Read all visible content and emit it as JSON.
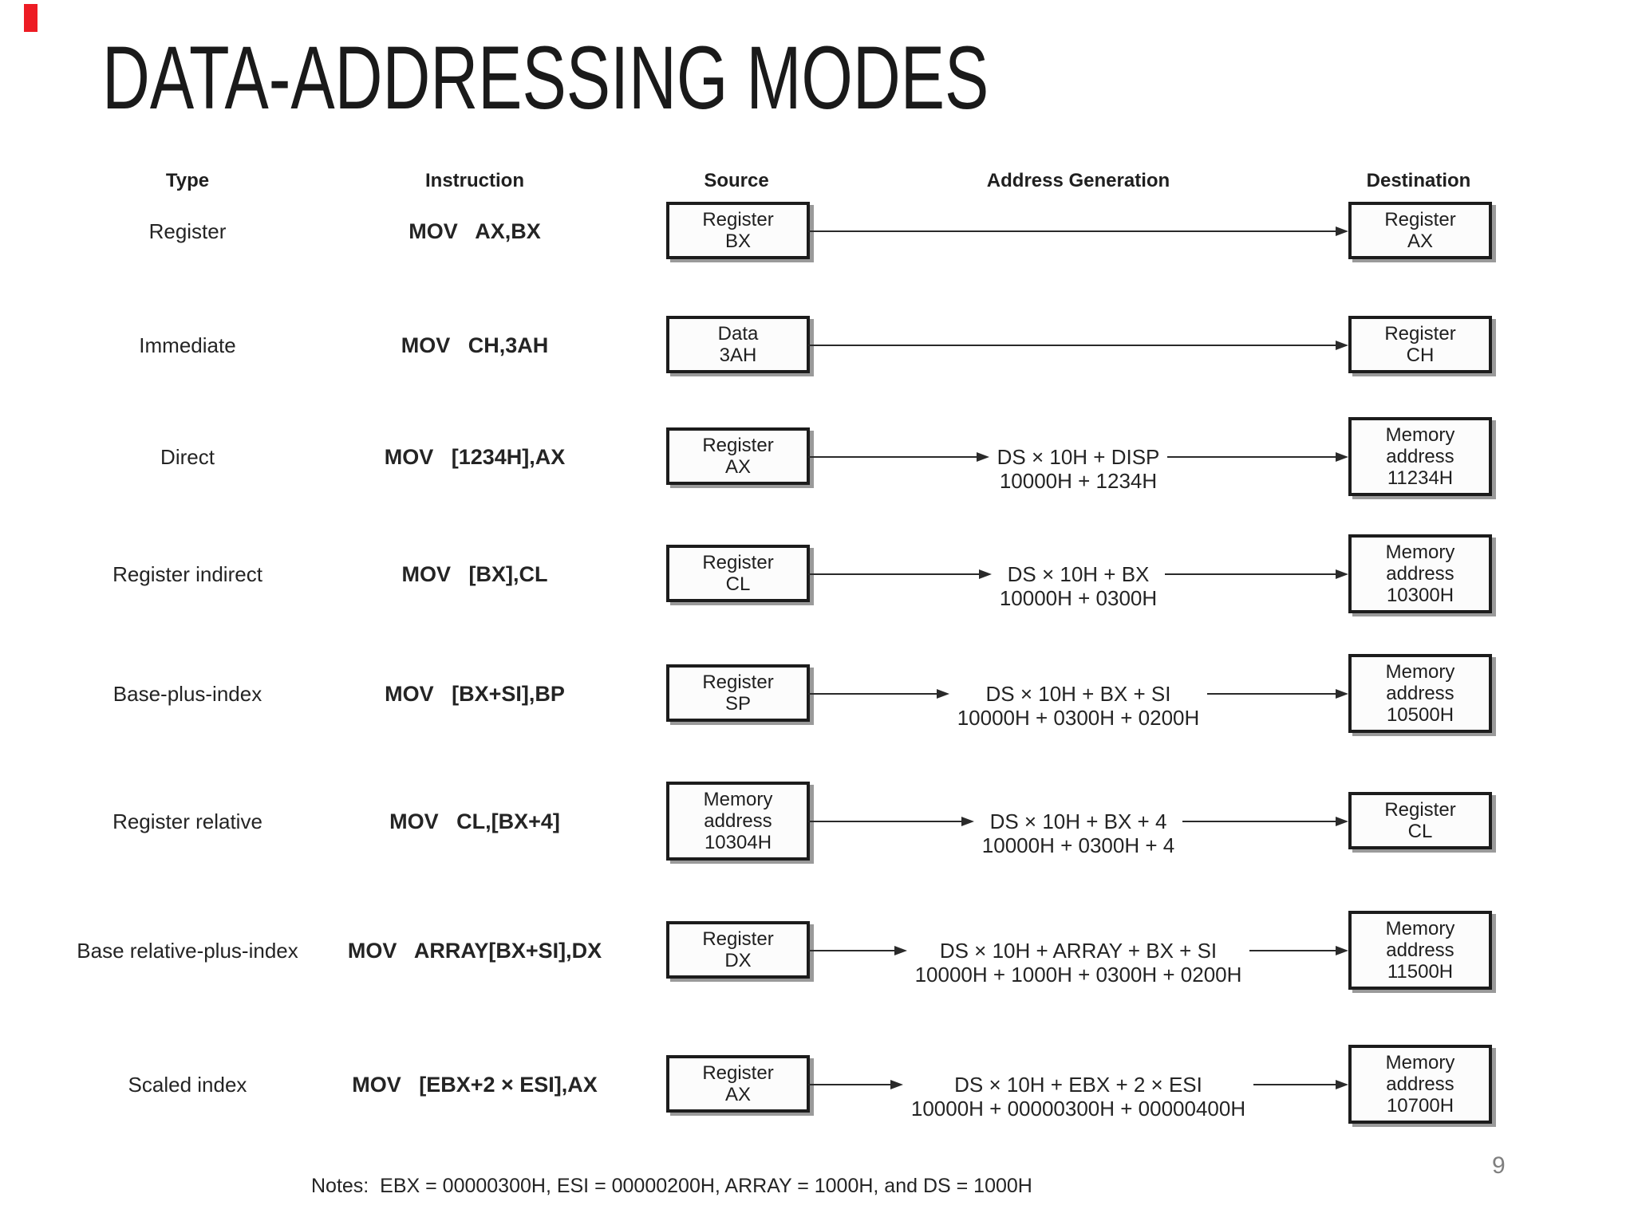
{
  "slide": {
    "title": "DATA-ADDRESSING MODES",
    "page_number": "9",
    "accent_color": "#ed1c24",
    "page_number_color": "#7f7f7f"
  },
  "diagram": {
    "headers": {
      "type": "Type",
      "instruction": "Instruction",
      "source": "Source",
      "address_generation": "Address Generation",
      "destination": "Destination"
    },
    "rows": [
      {
        "type": "Register",
        "instruction": "MOV   AX,BX",
        "source": {
          "lines": [
            "Register",
            "BX"
          ]
        },
        "address": null,
        "destination": {
          "lines": [
            "Register",
            "AX"
          ]
        }
      },
      {
        "type": "Immediate",
        "instruction": "MOV   CH,3AH",
        "source": {
          "lines": [
            "Data",
            "3AH"
          ]
        },
        "address": null,
        "destination": {
          "lines": [
            "Register",
            "CH"
          ]
        }
      },
      {
        "type": "Direct",
        "instruction": "MOV   [1234H],AX",
        "source": {
          "lines": [
            "Register",
            "AX"
          ]
        },
        "address": [
          "DS × 10H + DISP",
          "10000H + 1234H"
        ],
        "destination": {
          "lines": [
            "Memory",
            "address",
            "11234H"
          ]
        }
      },
      {
        "type": "Register indirect",
        "instruction": "MOV   [BX],CL",
        "source": {
          "lines": [
            "Register",
            "CL"
          ]
        },
        "address": [
          "DS × 10H + BX",
          "10000H + 0300H"
        ],
        "destination": {
          "lines": [
            "Memory",
            "address",
            "10300H"
          ]
        }
      },
      {
        "type": "Base-plus-index",
        "instruction": "MOV   [BX+SI],BP",
        "source": {
          "lines": [
            "Register",
            "SP"
          ]
        },
        "address": [
          "DS × 10H + BX + SI",
          "10000H + 0300H + 0200H"
        ],
        "destination": {
          "lines": [
            "Memory",
            "address",
            "10500H"
          ]
        }
      },
      {
        "type": "Register relative",
        "instruction": "MOV   CL,[BX+4]",
        "source": {
          "lines": [
            "Memory",
            "address",
            "10304H"
          ]
        },
        "address": [
          "DS × 10H + BX + 4",
          "10000H + 0300H + 4"
        ],
        "destination": {
          "lines": [
            "Register",
            "CL"
          ]
        }
      },
      {
        "type": "Base relative-plus-index",
        "instruction": "MOV   ARRAY[BX+SI],DX",
        "source": {
          "lines": [
            "Register",
            "DX"
          ]
        },
        "address": [
          "DS × 10H + ARRAY + BX + SI",
          "10000H + 1000H + 0300H + 0200H"
        ],
        "destination": {
          "lines": [
            "Memory",
            "address",
            "11500H"
          ]
        }
      },
      {
        "type": "Scaled index",
        "instruction": "MOV   [EBX+2 × ESI],AX",
        "source": {
          "lines": [
            "Register",
            "AX"
          ]
        },
        "address": [
          "DS × 10H + EBX + 2 × ESI",
          "10000H + 00000300H + 00000400H"
        ],
        "destination": {
          "lines": [
            "Memory",
            "address",
            "10700H"
          ]
        }
      }
    ],
    "notes": "Notes:  EBX = 00000300H, ESI = 00000200H, ARRAY = 1000H, and DS = 1000H"
  }
}
